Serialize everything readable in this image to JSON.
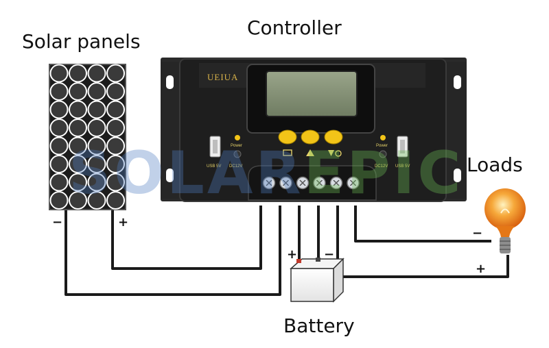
{
  "labels": {
    "solar_panels": "Solar panels",
    "controller": "Controller",
    "loads": "Loads",
    "battery": "Battery"
  },
  "controller": {
    "brand": "UEIUA",
    "left_power_label": "Power",
    "left_dc_label": "DC12V",
    "left_usb_label": "USB 5V",
    "right_power_label": "Power",
    "right_dc_label": "DC12V",
    "right_usb_label": "USB 5V"
  },
  "polarity": {
    "solar_minus": "−",
    "solar_plus": "+",
    "battery_plus": "+",
    "battery_minus": "−",
    "load_minus": "−",
    "load_plus": "+"
  },
  "watermark": {
    "part1": "SOLAR",
    "part2": "EPIC"
  },
  "colors": {
    "controller_body": "#1e1e1e",
    "button_yellow": "#f2c418",
    "lcd": "#7e8c6e",
    "wire": "#1a1a1a",
    "watermark_blue": "#4f7ec2",
    "watermark_green": "#6dbe55",
    "bulb": "#f08a1c"
  }
}
